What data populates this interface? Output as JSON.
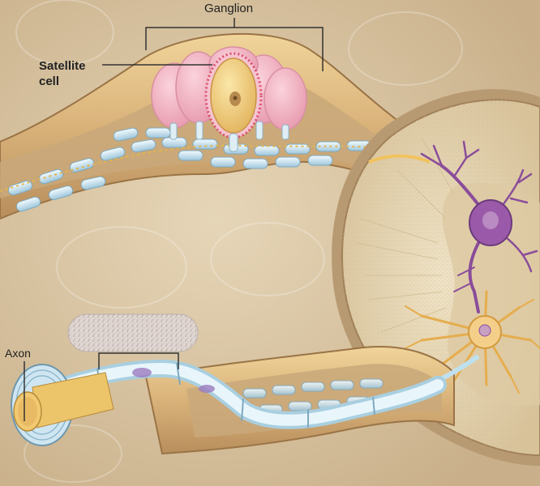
{
  "labels": {
    "ganglion": "Ganglion",
    "satellite_line1": "Satellite",
    "satellite_line2": "cell",
    "axon": "Axon"
  },
  "colors": {
    "background": "#d9c6a6",
    "nerve_sheath": "#e7c889",
    "nerve_interior": "#c9a87a",
    "myelin": "#d6ecf4",
    "cell_body": "#f1d27e",
    "satellite_cells": "#f1b6c6",
    "purple_neuron": "#8a4d9a",
    "yellow_neuron": "#f0c06e",
    "spinal_cord": "#e8d9b8",
    "schwann_cell": "#d9d0cf",
    "leader_line": "#333333"
  }
}
